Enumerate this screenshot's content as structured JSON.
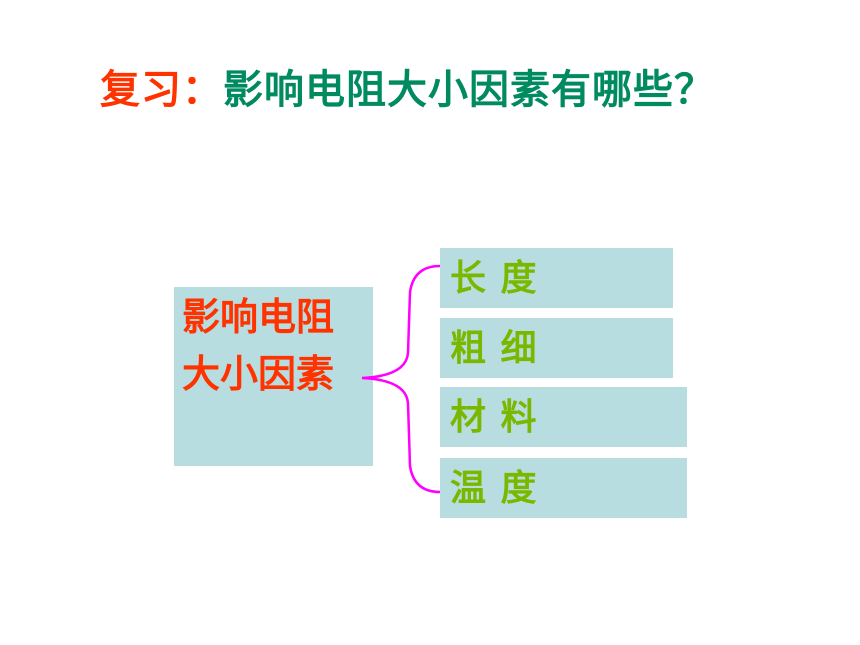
{
  "title": {
    "prefix": "复习：",
    "text": "影响电阻大小因素有哪些？"
  },
  "main": {
    "label": "影响电阻大小因素"
  },
  "factors": [
    {
      "label": "长 度"
    },
    {
      "label": "粗 细"
    },
    {
      "label": "材 料"
    },
    {
      "label": "温 度"
    }
  ],
  "colors": {
    "title_prefix": "#ff3300",
    "title_text": "#008a60",
    "main_label": "#ff3300",
    "factor_label": "#7ab800",
    "box_fill": "#b7dde0",
    "brace": "#ff00ff"
  }
}
